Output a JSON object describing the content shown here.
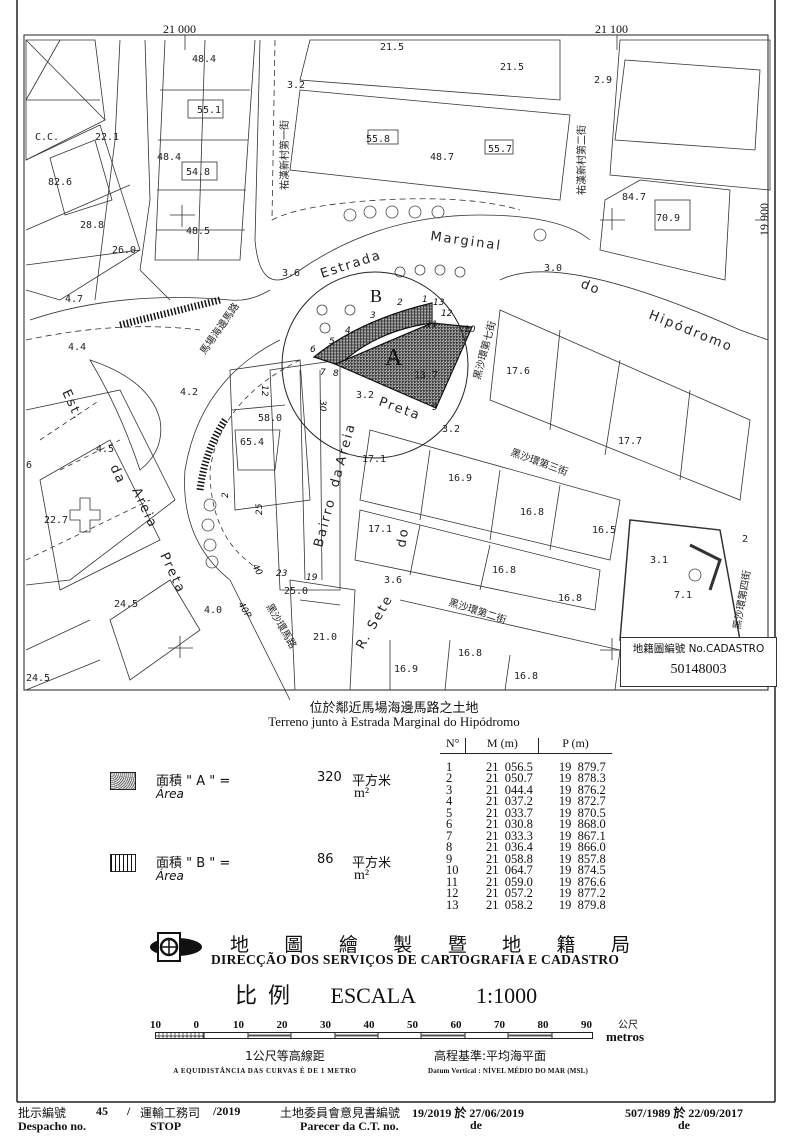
{
  "map": {
    "grid_labels": [
      "21 000",
      "21 100",
      "19 900"
    ],
    "labels": [
      "C.C.",
      "22.1",
      "82.6",
      "28.8",
      "26.0",
      "48.4",
      "55.1",
      "48.4",
      "54.8",
      "48.5",
      "3.2",
      "21.5",
      "21.5",
      "55.8",
      "48.7",
      "55.7",
      "2.9",
      "84.7",
      "70.9",
      "3.6",
      "3.0",
      "4.7",
      "4.4",
      "4.2",
      "17.6",
      "17.7",
      "58.0",
      "65.4",
      "17.1",
      "16.9",
      "16.8",
      "16.5",
      "17.1",
      "22.7",
      "4.5",
      "6",
      "16.8",
      "16.8",
      "3.6",
      "25.0",
      "24.5",
      "4.0",
      "21.0",
      "16.8",
      "16.9",
      "16.8",
      "24.5",
      "3.1",
      "7.1",
      "13.7",
      "3.2",
      "3.2",
      "2"
    ],
    "streets": [
      "Estrada",
      "Marginal",
      "do",
      "Hipódromo",
      "Est.",
      "da",
      "Areia",
      "Preta",
      "Bairro",
      "da",
      "Areia",
      "Preta",
      "R. Sete",
      "do"
    ],
    "streets_zh": [
      "馬場海邊馬路",
      "黑沙環馬路",
      "黑沙環第七街",
      "黑沙環第三街",
      "黑沙環第二街",
      "黑沙環第四街",
      "祐漢新村第一街",
      "祐漢新村第二街"
    ],
    "building_numbers": [
      "12",
      "30",
      "25",
      "2",
      "40",
      "23",
      "19",
      "40P"
    ],
    "parcel_labels": {
      "a": "A",
      "b": "B"
    },
    "points": [
      "1",
      "2",
      "3",
      "4",
      "5",
      "6",
      "7",
      "8",
      "9",
      "10",
      "11",
      "12",
      "13"
    ]
  },
  "cadastro": {
    "label": "地籍圖編號 No.CADASTRO",
    "number": "50148003"
  },
  "title": {
    "zh": "位於鄰近馬場海邊馬路之土地",
    "pt": "Terreno junto à Estrada Marginal do Hipódromo"
  },
  "legend": [
    {
      "zh": "面積 \" A \" =",
      "pt": "Área",
      "value": "320",
      "unit_zh": "平方米",
      "unit": "m²"
    },
    {
      "zh": "面積 \" B \" =",
      "pt": "Área",
      "value": "86",
      "unit_zh": "平方米",
      "unit": "m²"
    }
  ],
  "coords": {
    "headers": [
      "N°",
      "M (m)",
      "P (m)"
    ],
    "rows": [
      [
        "1",
        "21  056.5",
        "19  879.7"
      ],
      [
        "2",
        "21  050.7",
        "19  878.3"
      ],
      [
        "3",
        "21  044.4",
        "19  876.2"
      ],
      [
        "4",
        "21  037.2",
        "19  872.7"
      ],
      [
        "5",
        "21  033.7",
        "19  870.5"
      ],
      [
        "6",
        "21  030.8",
        "19  868.0"
      ],
      [
        "7",
        "21  033.3",
        "19  867.1"
      ],
      [
        "8",
        "21  036.4",
        "19  866.0"
      ],
      [
        "9",
        "21  058.8",
        "19  857.8"
      ],
      [
        "10",
        "21  064.7",
        "19  874.5"
      ],
      [
        "11",
        "21  059.0",
        "19  876.6"
      ],
      [
        "12",
        "21  057.2",
        "19  877.2"
      ],
      [
        "13",
        "21  058.2",
        "19  879.8"
      ]
    ]
  },
  "agency": {
    "zh": [
      "地",
      "圖",
      "繪",
      "製",
      "暨",
      "地",
      "籍",
      "局"
    ],
    "pt": "DIRECÇÃO DOS SERVIÇOS DE CARTOGRAFIA E CADASTRO"
  },
  "scale": {
    "zh": "比  例",
    "label": "ESCALA",
    "ratio": "1:1000",
    "ticks": [
      "10",
      "0",
      "10",
      "20",
      "30",
      "40",
      "50",
      "60",
      "70",
      "80",
      "90"
    ],
    "unit_zh": "公尺",
    "unit": "metros"
  },
  "notes": {
    "contour_zh": "1公尺等高線距",
    "contour_pt": "A EQUIDISTÂNCIA DAS CURVAS É DE 1 METRO",
    "datum_zh": "高程基準:平均海平面",
    "datum_pt": "Datum Vertical : NÍVEL MÉDIO DO MAR (MSL)"
  },
  "footer": {
    "despacho_zh": "批示編號",
    "despacho_no": "45",
    "sep": "/",
    "dept_zh": "運輸工務司",
    "year": "/2019",
    "despacho_pt": "Despacho no.",
    "dept_pt": "STOP",
    "parecer_zh": "土地委員會意見書編號",
    "parecer_val": "19/2019 於 27/06/2019",
    "parecer_pt": "Parecer da C.T. no.",
    "de1": "de",
    "ref": "507/1989 於 22/09/2017",
    "de2": "de"
  }
}
